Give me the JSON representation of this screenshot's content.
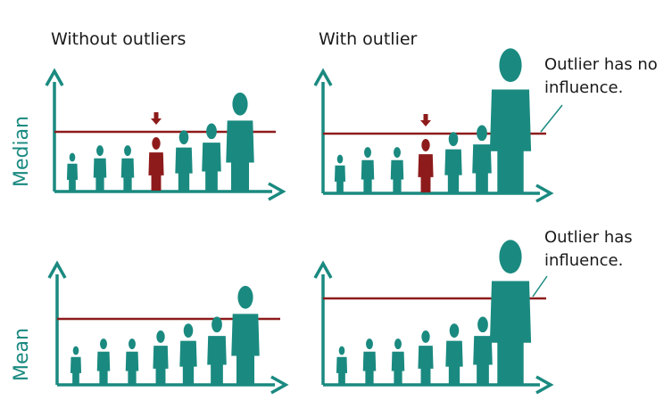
{
  "colors": {
    "teal": "#1a8a80",
    "highlight": "#8e1b1b",
    "text": "#1a1a1a"
  },
  "columns": {
    "without": "Without outliers",
    "with": "With outlier"
  },
  "rows": {
    "median": "Median",
    "mean": "Mean"
  },
  "notes": {
    "median_line1": "Outlier has no",
    "median_line2": "influence.",
    "mean_line1": "Outlier has",
    "mean_line2": "influence."
  },
  "icons": [
    "person-icon",
    "down-arrow-icon",
    "axis-arrow-icon"
  ]
}
